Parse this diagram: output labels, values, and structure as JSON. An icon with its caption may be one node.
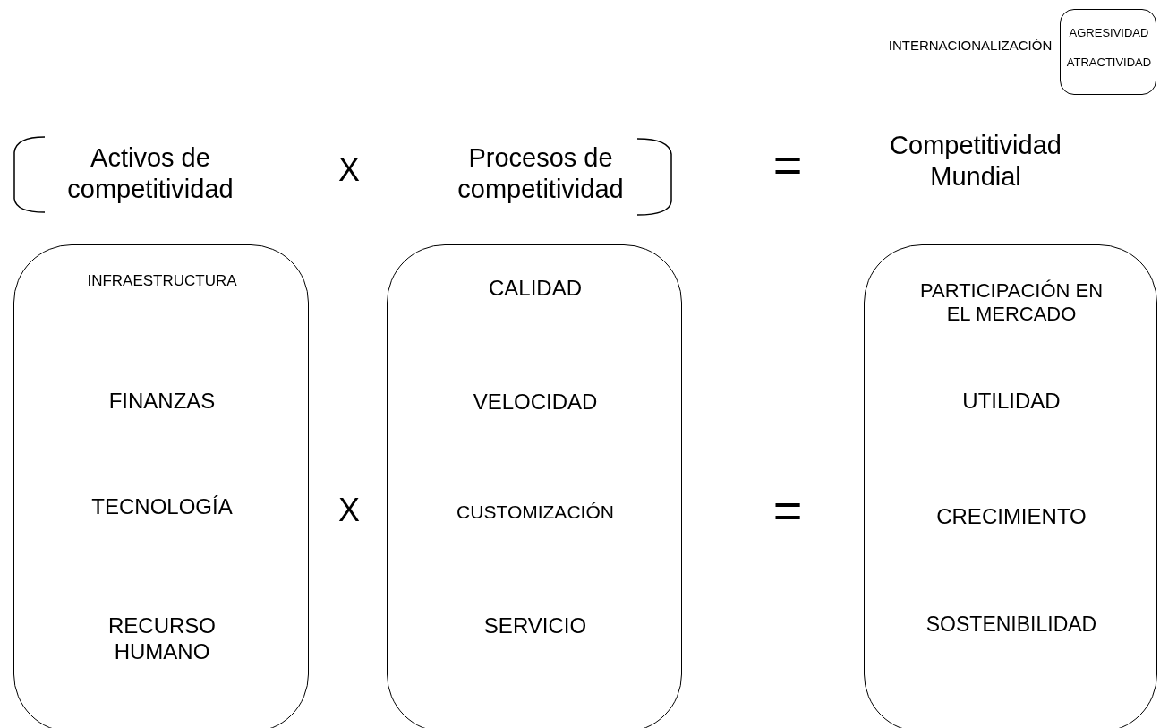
{
  "diagram": {
    "nodes": [
      {
        "text": [
          "AGRESIVIDAD",
          "ATRACTIVIDAD"
        ],
        "beside": [
          "INTERNACIONALIZACIÓN"
        ]
      },
      {
        "text": [
          "INFRAESTRUCTURA",
          "FINANZAS",
          "TECNOLOGÍA",
          "RECURSO HUMANO"
        ]
      },
      {
        "text": [
          "CALIDAD",
          "VELOCIDAD",
          "CUSTOMIZACIÓN",
          "SERVICIO"
        ]
      },
      {
        "text": [
          "PARTICIPACIÓN EN EL MERCADO",
          "UTILIDAD",
          "CRECIMIENTO",
          "SOSTENIBILIDAD"
        ]
      }
    ],
    "labels": [
      "Activos de competitividad",
      "X",
      "Procesos de competitividad",
      "=",
      "Competitividad Mundial",
      "X",
      "="
    ]
  }
}
